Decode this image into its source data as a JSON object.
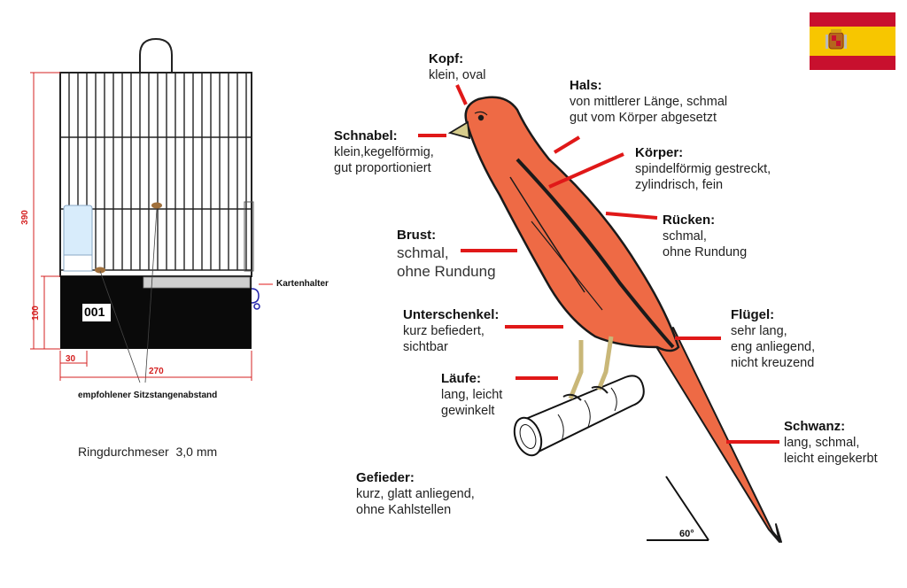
{
  "colors": {
    "accent_red": "#e01818",
    "bird_body": "#ee6a45",
    "bird_outline": "#1a1a1a",
    "flag_red": "#c8102e",
    "flag_yellow": "#f7c600"
  },
  "icons": {
    "flag": "spain-flag-icon"
  },
  "cage": {
    "dim_height_total": "390",
    "dim_height_base": "100",
    "dim_width_small": "30",
    "dim_width_total": "270",
    "card_number": "001",
    "card_holder_label": "Kartenhalter",
    "perch_distance_label": "empfohlener Sitzstangenabstand",
    "ring_label": "Ringdurchmeser  3,0 mm"
  },
  "bird": {
    "kopf": {
      "title": "Kopf:",
      "lines": [
        "klein, oval"
      ]
    },
    "hals": {
      "title": "Hals:",
      "lines": [
        "von mittlerer Länge, schmal",
        "gut vom Körper abgesetzt"
      ]
    },
    "schnabel": {
      "title": "Schnabel:",
      "lines": [
        "klein,kegelförmig,",
        "gut proportioniert"
      ]
    },
    "koerper": {
      "title": "Körper:",
      "lines": [
        "spindelförmig gestreckt,",
        "zylindrisch, fein"
      ]
    },
    "ruecken": {
      "title": "Rücken:",
      "lines": [
        "schmal,",
        "ohne Rundung"
      ]
    },
    "brust": {
      "title": "Brust:",
      "lines": [
        "schmal,",
        "ohne Rundung"
      ]
    },
    "unterschenkel": {
      "title": "Unterschenkel:",
      "lines": [
        "kurz befiedert,",
        "sichtbar"
      ]
    },
    "fluegel": {
      "title": "Flügel:",
      "lines": [
        "sehr lang,",
        "eng anliegend,",
        "nicht kreuzend"
      ]
    },
    "laeufe": {
      "title": "Läufe:",
      "lines": [
        "lang, leicht",
        "gewinkelt"
      ]
    },
    "schwanz": {
      "title": "Schwanz:",
      "lines": [
        "lang, schmal,",
        "leicht eingekerbt"
      ]
    },
    "gefieder": {
      "title": "Gefieder:",
      "lines": [
        "kurz, glatt anliegend,",
        "ohne Kahlstellen"
      ]
    },
    "angle_label": "60°"
  }
}
